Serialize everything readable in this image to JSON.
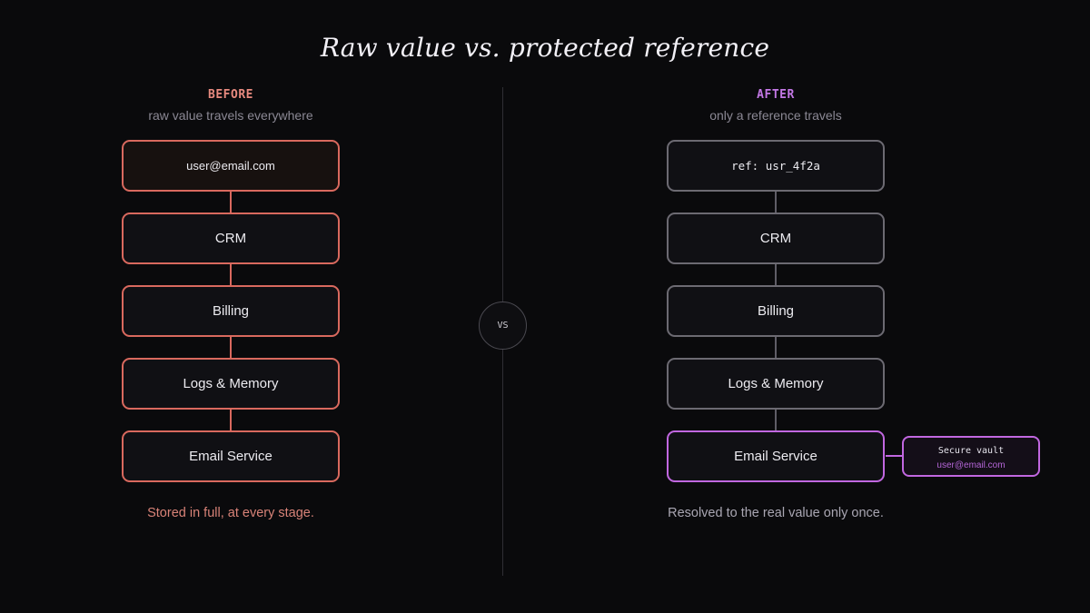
{
  "title": "Raw value vs. protected reference",
  "before": {
    "tag": "BEFORE",
    "subtitle": "raw value travels everywhere",
    "stages": [
      "user@email.com",
      "CRM",
      "Billing",
      "Logs & Memory",
      "Email Service"
    ],
    "caption": "Stored in full, at every stage."
  },
  "after": {
    "tag": "AFTER",
    "subtitle": "only a reference travels",
    "stages": [
      "ref: usr_4f2a",
      "CRM",
      "Billing",
      "Logs & Memory",
      "Email Service"
    ],
    "caption": "Resolved to the real value only once."
  },
  "vs_label": "VS",
  "vault": {
    "title": "Secure vault",
    "value": "user@email.com"
  },
  "colors": {
    "before_accent": "#d9695e",
    "after_accent": "#c167e0",
    "neutral_border": "#6c6a72",
    "background": "#0a0a0c"
  }
}
